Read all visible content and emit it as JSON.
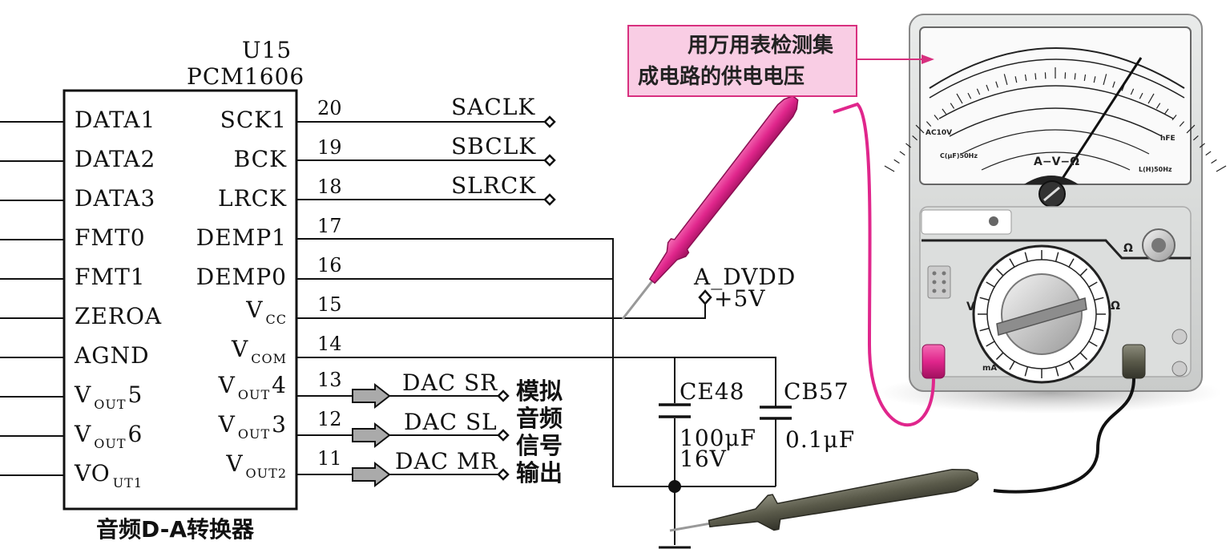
{
  "chip": {
    "ref": "U15",
    "part": "PCM1606",
    "left_pins": [
      {
        "main": "DATA1",
        "sub": ""
      },
      {
        "main": "DATA2",
        "sub": ""
      },
      {
        "main": "DATA3",
        "sub": ""
      },
      {
        "main": "FMT0",
        "sub": ""
      },
      {
        "main": "FMT1",
        "sub": ""
      },
      {
        "main": "ZEROA",
        "sub": ""
      },
      {
        "main": "AGND",
        "sub": ""
      },
      {
        "main": "V",
        "sub": "OUT",
        "suffix": "5"
      },
      {
        "main": "V",
        "sub": "OUT",
        "suffix": "6"
      },
      {
        "main": "VO",
        "sub": "UT1",
        "suffix": ""
      }
    ],
    "right_pins": [
      {
        "main": "SCK1",
        "sub": "",
        "suffix": "",
        "num": "20"
      },
      {
        "main": "BCK",
        "sub": "",
        "suffix": "",
        "num": "19"
      },
      {
        "main": "LRCK",
        "sub": "",
        "suffix": "",
        "num": "18"
      },
      {
        "main": "DEMP1",
        "sub": "",
        "suffix": "",
        "num": "17"
      },
      {
        "main": "DEMP0",
        "sub": "",
        "suffix": "",
        "num": "16"
      },
      {
        "main": "V",
        "sub": "CC",
        "suffix": "",
        "num": "15"
      },
      {
        "main": "V",
        "sub": "COM",
        "suffix": "",
        "num": "14"
      },
      {
        "main": "V",
        "sub": "OUT",
        "suffix": "4",
        "num": "13"
      },
      {
        "main": "V",
        "sub": "OUT",
        "suffix": "3",
        "num": "12"
      },
      {
        "main": "V",
        "sub": "OUT2",
        "suffix": "",
        "num": "11"
      }
    ],
    "caption": "音频D-A转换器"
  },
  "signals": {
    "saclk": "SACLK",
    "sbclk": "SBCLK",
    "slrck": "SLRCK",
    "dac_sr": "DAC SR",
    "dac_sl": "DAC SL",
    "dac_mr": "DAC MR",
    "analog_label": [
      "模拟",
      "音频",
      "信号",
      "输出"
    ]
  },
  "power": {
    "net": "A_DVDD",
    "voltage": "+5V"
  },
  "capacitors": [
    {
      "ref": "CE48",
      "value": "100μF",
      "rating": "16V"
    },
    {
      "ref": "CB57",
      "value": "0.1μF",
      "rating": ""
    }
  ],
  "callout": {
    "line1": "用万用表检测集",
    "line2": "成电路的供电电压"
  },
  "meter": {
    "dial_label": "A−V−Ω",
    "volt_label": "V",
    "ohm_label": "Ω",
    "ma_label": "mA",
    "ac_label": "AC10V",
    "hfe_label": "hFE",
    "cap_label": "C(μF)50Hz",
    "ind_label": "L(H)50Hz",
    "colors": {
      "probe_red": "#e0268c",
      "probe_black": "#5a5a4a",
      "callout_fill": "#f9cde4",
      "callout_border": "#d8307f"
    }
  }
}
